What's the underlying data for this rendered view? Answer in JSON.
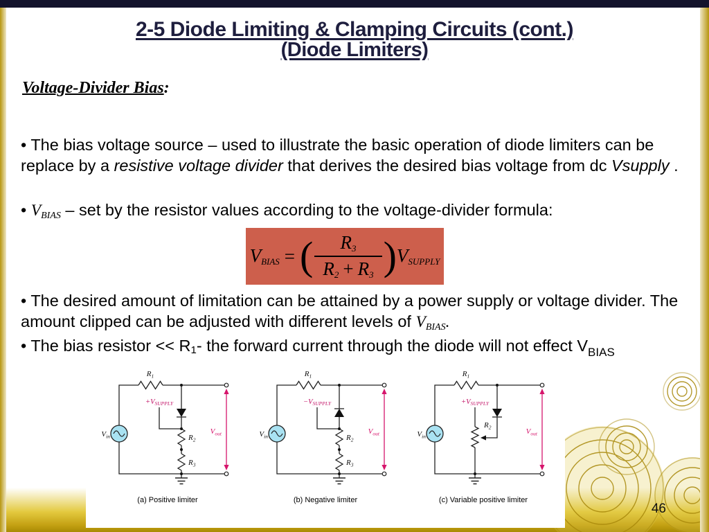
{
  "title": {
    "line1": "2-5 Diode Limiting & Clamping Circuits (cont.)",
    "line2": "(Diode Limiters)"
  },
  "page_number": "46",
  "colors": {
    "top_bar": "#13132c",
    "gold_dark": "#b6950e",
    "gold_light": "#efe7c6",
    "title_text": "#1e1e3e",
    "formula_bg": "#cd5f4c",
    "accent_magenta": "#d6156c",
    "source_fill": "#a9e2f2"
  },
  "body": {
    "heading": "Voltage-Divider Bias",
    "heading_suffix": ":",
    "p1": {
      "t1": "• The bias voltage source – used to illustrate the basic operation of diode limiters can be replace by a ",
      "i1": "resistive voltage divider",
      "t2": " that derives the desired bias voltage from dc ",
      "i2": "Vsupply",
      "t3": " ."
    },
    "p2": {
      "t0": "• ",
      "v": "V",
      "v_sub": "BIAS",
      "t1": " – set by the resistor values according to the voltage-divider formula:"
    },
    "p3": {
      "t1": "• The desired amount of limitation can be attained by a power supply or voltage divider. The amount clipped can be adjusted with different levels of ",
      "i1": "V",
      "i1_sub": "BIAS",
      "t2": "."
    },
    "p4": {
      "t1": "• The bias resistor << R",
      "r1_sub": "1",
      "t2": "- the forward current through the diode will not effect V",
      "v_sub": "BIAS"
    }
  },
  "formula": {
    "lhs": "V",
    "lhs_sub": "BIAS",
    "equals": "=",
    "open_paren": "(",
    "num": "R",
    "num_sub": "3",
    "den1": "R",
    "den1_sub": "2",
    "plus": "+",
    "den2": "R",
    "den2_sub": "3",
    "close_paren": ")",
    "rhs": "V",
    "rhs_sub": "SUPPLY"
  },
  "figure": {
    "circuits": [
      {
        "vin": "V",
        "vin_sub": "in",
        "r1": "R",
        "r1_sub": "1",
        "supply": "+V",
        "supply_sub": "SUPPLY",
        "r2": "R",
        "r2_sub": "2",
        "r3": "R",
        "r3_sub": "3",
        "vout": "V",
        "vout_sub": "out",
        "caption": "(a) Positive limiter"
      },
      {
        "vin": "V",
        "vin_sub": "in",
        "r1": "R",
        "r1_sub": "1",
        "supply": "−V",
        "supply_sub": "SUPPLY",
        "r2": "R",
        "r2_sub": "2",
        "r3": "R",
        "r3_sub": "3",
        "vout": "V",
        "vout_sub": "out",
        "caption": "(b) Negative limiter"
      },
      {
        "vin": "V",
        "vin_sub": "in",
        "r1": "R",
        "r1_sub": "1",
        "supply": "+V",
        "supply_sub": "SUPPLY",
        "r2": "R",
        "r2_sub": "2",
        "vout": "V",
        "vout_sub": "out",
        "caption": "(c) Variable positive limiter"
      }
    ]
  }
}
